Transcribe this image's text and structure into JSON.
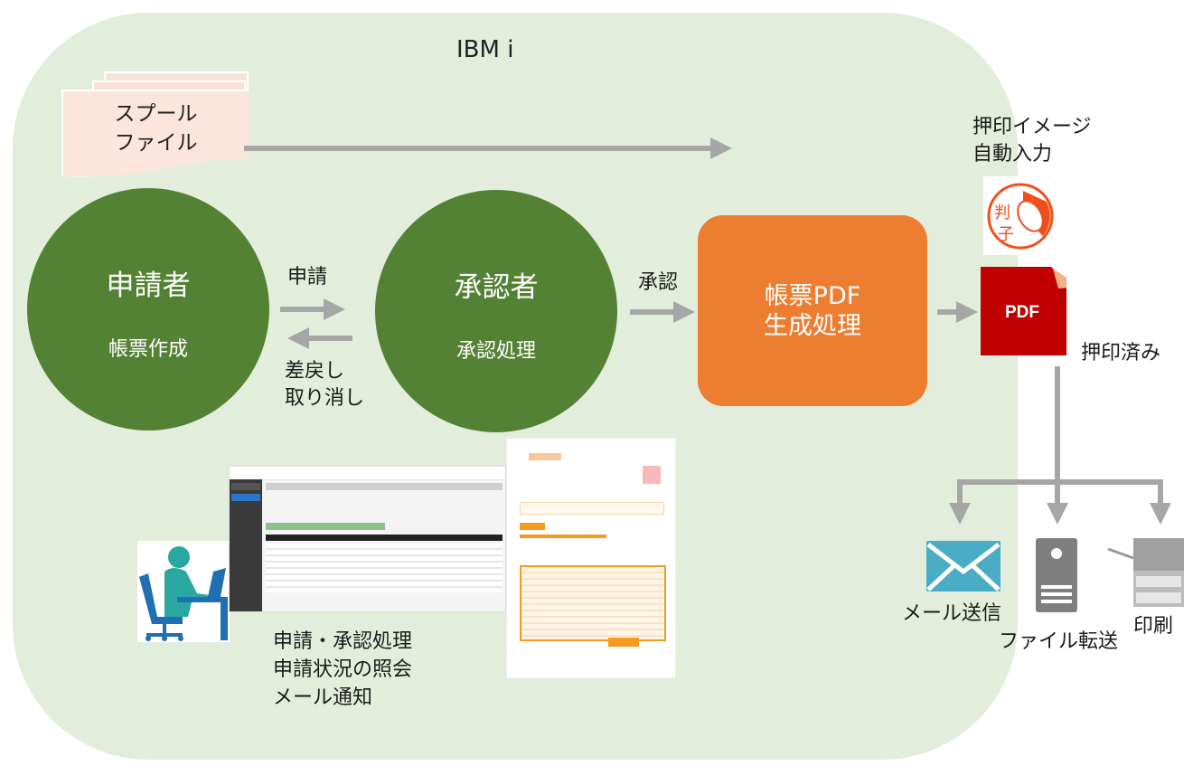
{
  "diagram": {
    "container_label": "IBM i",
    "spool": {
      "line1": "スプール",
      "line2": "ファイル"
    },
    "applicant": {
      "title": "申請者",
      "subtitle": "帳票作成"
    },
    "approver": {
      "title": "承認者",
      "subtitle": "承認処理"
    },
    "flow_labels": {
      "apply": "申請",
      "return_line1": "差戻し",
      "return_line2": "取り消し",
      "approve": "承認"
    },
    "pdf_process": {
      "line1": "帳票PDF",
      "line2": "生成処理"
    },
    "stamp_caption": {
      "line1": "押印イメージ",
      "line2": "自動入力"
    },
    "stamp_chars": {
      "left_top": "判",
      "left_bottom": "子"
    },
    "pdf_icon_label": "PDF",
    "stamped_label": "押印済み",
    "outputs": [
      {
        "label": "メール送信",
        "icon": "envelope-icon"
      },
      {
        "label": "ファイル転送",
        "icon": "server-icon"
      },
      {
        "label": "印刷",
        "icon": "printer-icon"
      }
    ],
    "web_features": {
      "line1": "申請・承認処理",
      "line2": "申請状況の照会",
      "line3": "メール通知"
    },
    "colors": {
      "container": "#e2eedb",
      "circle": "#548235",
      "process": "#ed7d31",
      "arrow": "#a6a6a6",
      "pdf": "#c00000",
      "mail": "#4bacc6",
      "spool": "#fbe5dc",
      "person": "#2aa7a1"
    }
  }
}
